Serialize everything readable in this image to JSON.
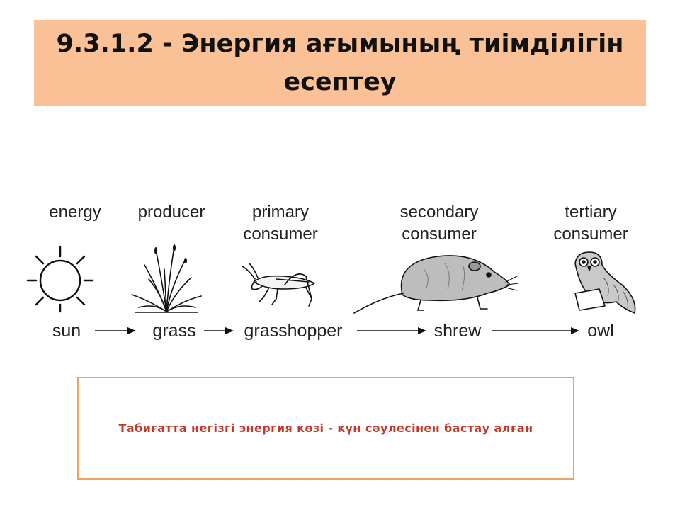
{
  "slide": {
    "title": "9.3.1.2 - Энергия ағымының тиімділігін есептеу",
    "note": "Табиғатта негізгі энергия көзі - күн сәулесінен бастау алған"
  },
  "food_chain": {
    "stages": [
      {
        "role": "energy",
        "name": "sun",
        "icon": "sun-icon"
      },
      {
        "role": "producer",
        "name": "grass",
        "icon": "grass-icon"
      },
      {
        "role_line1": "primary",
        "role_line2": "consumer",
        "name": "grasshopper",
        "icon": "grasshopper-icon"
      },
      {
        "role_line1": "secondary",
        "role_line2": "consumer",
        "name": "shrew",
        "icon": "shrew-icon"
      },
      {
        "role_line1": "tertiary",
        "role_line2": "consumer",
        "name": "owl",
        "icon": "owl-icon"
      }
    ]
  },
  "colors": {
    "title_band": "#f9c195",
    "note_border": "#f0a060",
    "note_text": "#c0392b"
  }
}
